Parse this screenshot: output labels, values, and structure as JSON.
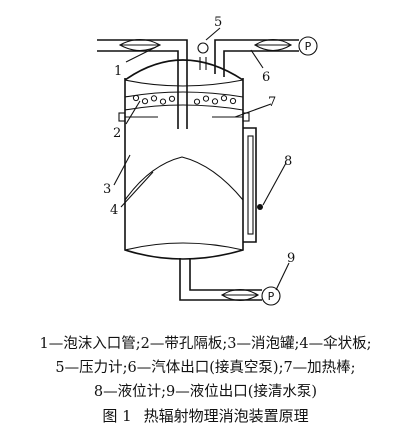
{
  "labels": {
    "n1": "1",
    "n2": "2",
    "n3": "3",
    "n4": "4",
    "n5": "5",
    "n6": "6",
    "n7": "7",
    "n8": "8",
    "n9": "9"
  },
  "pumps": {
    "top": "P",
    "bottom": "P"
  },
  "legend": {
    "line1": "1—泡沫入口管;2—带孔隔板;3—消泡罐;4—伞状板;",
    "line2": "5—压力计;6—汽体出口(接真空泵);7—加热棒;",
    "line3": "8—液位计;9—液位出口(接清水泵)"
  },
  "caption": {
    "number": "图 1",
    "title": "热辐射物理消泡装置原理"
  }
}
